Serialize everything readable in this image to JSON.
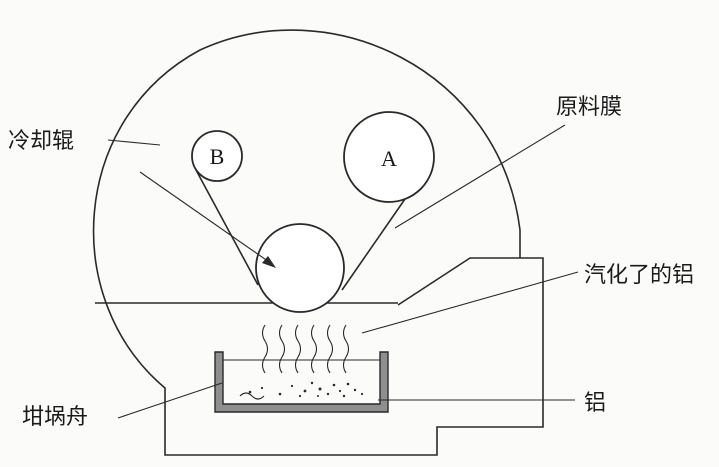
{
  "labels": {
    "chill_roll": "冷却辊",
    "raw_film": "原料膜",
    "vaporized_aluminum": "汽化了的铝",
    "crucible": "坩埚舟",
    "aluminum": "铝"
  },
  "rolls": {
    "a": "A",
    "b": "B"
  },
  "colors": {
    "stroke": "#2a2a2a",
    "aluminum_fill": "#9a9a9a",
    "background": "#fbfbfa"
  }
}
